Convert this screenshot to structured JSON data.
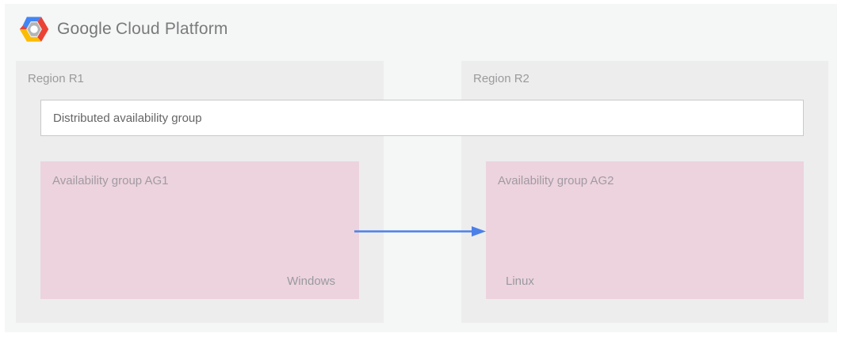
{
  "header": {
    "brand": "Google",
    "product": "Cloud Platform",
    "logo_icon": "gcp-hexagon-logo"
  },
  "regions": [
    {
      "label": "Region R1"
    },
    {
      "label": "Region R2"
    }
  ],
  "distributed_group": {
    "label": "Distributed availability group"
  },
  "availability_groups": [
    {
      "label": "Availability group AG1",
      "os": "Windows"
    },
    {
      "label": "Availability group AG2",
      "os": "Linux"
    }
  ],
  "arrow": {
    "name": "replication-arrow",
    "direction": "AG1-to-AG2",
    "color": "#4b80e8"
  },
  "colors": {
    "panel_background": "#f5f6f6",
    "region_background": "#ededee",
    "availability_group_background": "#ecd3de",
    "distributed_group_border": "#c8c9ca",
    "text_gray": "#9b9b9c",
    "logo_text_gray": "#767677",
    "logo_blue": "#4285f4",
    "logo_red": "#ea4335",
    "logo_yellow": "#fbbc05"
  }
}
